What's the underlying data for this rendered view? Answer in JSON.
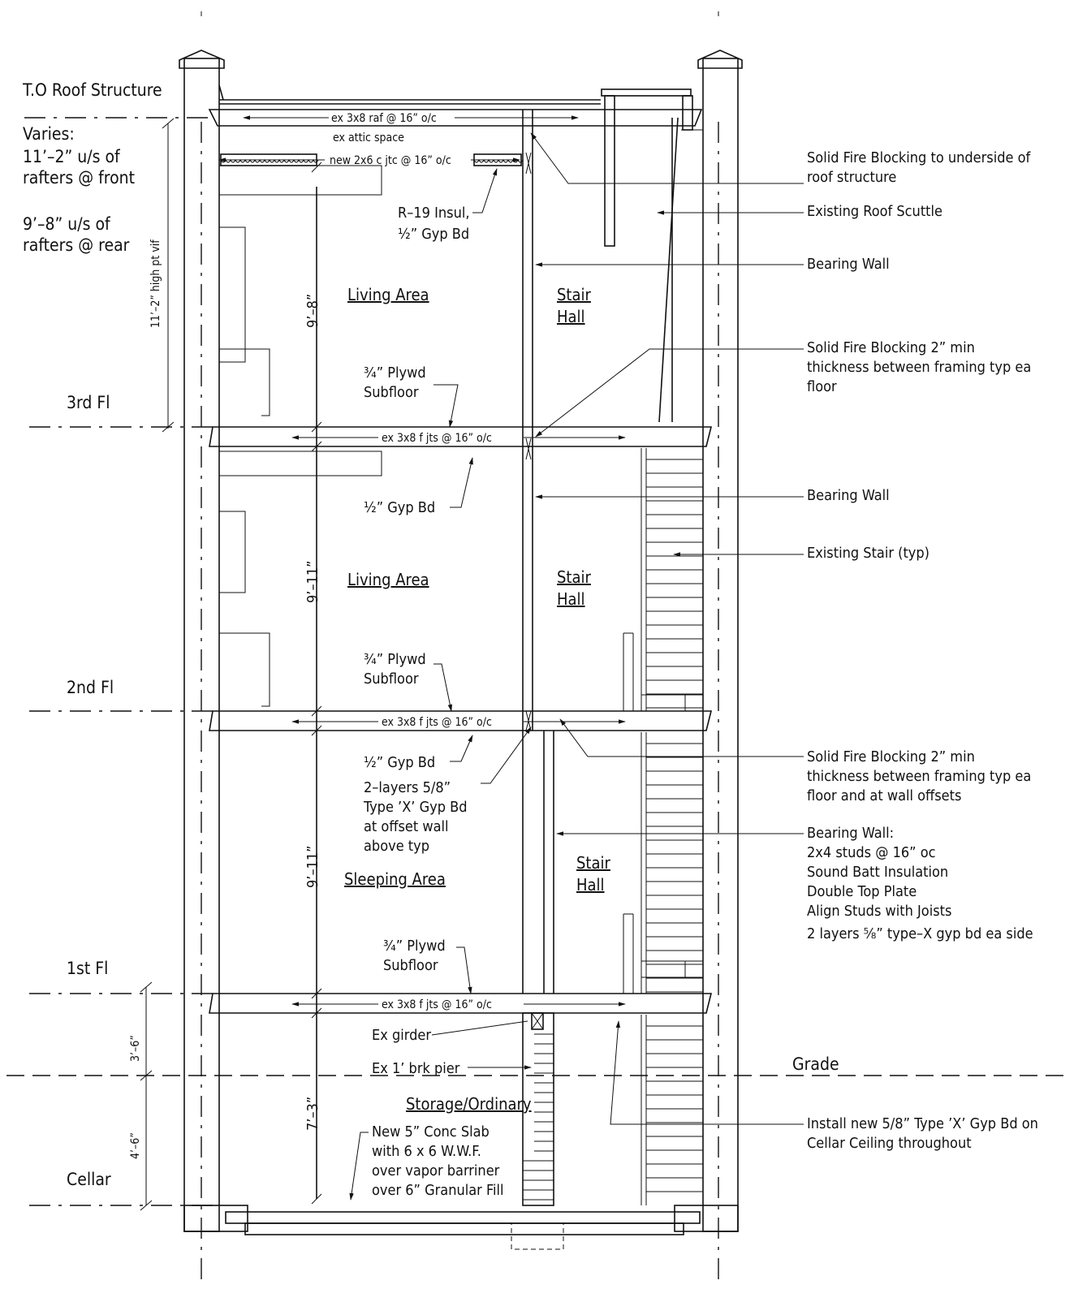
{
  "left_labels": {
    "roof_structure": "T.O Roof Structure",
    "varies": "Varies:",
    "front_1": "11’–2” u/s of",
    "front_2": "rafters @ front",
    "rear_1": "9’–8” u/s of",
    "rear_2": "rafters @ rear",
    "high_pt": "11’–2” high pt vif",
    "third_floor": "3rd Fl",
    "second_floor": "2nd Fl",
    "first_floor": "1st Fl",
    "cellar": "Cellar",
    "dim_above_grade": "3’–6”",
    "dim_below_grade": "4’–6”"
  },
  "framing": {
    "roof_rafters": "ex 3x8 raf @ 16” o/c",
    "attic": "ex attic space",
    "ceiling_joists": "new 2x6 c jtc @ 16” o/c",
    "third_floor_joists": "ex 3x8 f jts @ 16” o/c",
    "second_floor_joists": "ex 3x8 f jts @ 16” o/c",
    "first_floor_joists": "ex 3x8 f jts @ 16” o/c"
  },
  "rooms": {
    "third_living": "Living Area",
    "third_stair_1": "Stair",
    "third_stair_2": "Hall",
    "second_living": "Living Area",
    "second_stair_1": "Stair",
    "second_stair_2": "Hall",
    "first_sleeping": "Sleeping Area",
    "first_stair_1": "Stair",
    "first_stair_2": "Hall",
    "cellar_storage": "Storage/Ordinary"
  },
  "heights": {
    "third": "9’–8”",
    "second": "9’–11”",
    "first": "9’–11”",
    "cellar": "7’–3”"
  },
  "notes": {
    "r19_1": "R–19 Insul,",
    "r19_2": "½” Gyp Bd",
    "plywd_3_1": "¾” Plywd",
    "plywd_3_2": "Subfloor",
    "gyp_2": "½” Gyp Bd",
    "plywd_2_1": "¾” Plywd",
    "plywd_2_2": "Subfloor",
    "gyp_1": "½” Gyp Bd",
    "layers_1": "2–layers 5/8”",
    "layers_2": "Type ’X’ Gyp Bd",
    "layers_3": "at offset wall",
    "layers_4": "above typ",
    "plywd_1_1": "¾” Plywd",
    "plywd_1_2": "Subfloor",
    "girder": "Ex girder",
    "pier": "Ex 1’ brk pier",
    "grade": "Grade",
    "slab_1": "New 5” Conc Slab",
    "slab_2": "with 6 x 6 W.W.F.",
    "slab_3": "over vapor barriner",
    "slab_4": "over 6” Granular Fill"
  },
  "callouts": {
    "fire_block_roof_1": "Solid Fire Blocking to underside of",
    "fire_block_roof_2": "roof structure",
    "roof_scuttle": "Existing Roof Scuttle",
    "bearing_wall_3": "Bearing Wall",
    "fire_block_3_1": "Solid Fire Blocking 2” min",
    "fire_block_3_2": "thickness between framing typ ea",
    "fire_block_3_3": "floor",
    "bearing_wall_2": "Bearing Wall",
    "existing_stair": "Existing Stair (typ)",
    "fire_block_2_1": "Solid Fire Blocking 2” min",
    "fire_block_2_2": "thickness between framing typ ea",
    "fire_block_2_3": "floor and at wall offsets",
    "bearing_wall_1_1": "Bearing Wall:",
    "bearing_wall_1_2": "2x4 studs @ 16” oc",
    "bearing_wall_1_3": "Sound Batt Insulation",
    "bearing_wall_1_4": "Double Top Plate",
    "bearing_wall_1_5": "Align Studs with Joists",
    "bearing_wall_1_6": "2 layers ⅝” type–X gyp bd ea side",
    "cellar_ceiling_1": "Install new 5/8” Type ’X’ Gyp Bd on",
    "cellar_ceiling_2": "Cellar Ceiling throughout"
  }
}
